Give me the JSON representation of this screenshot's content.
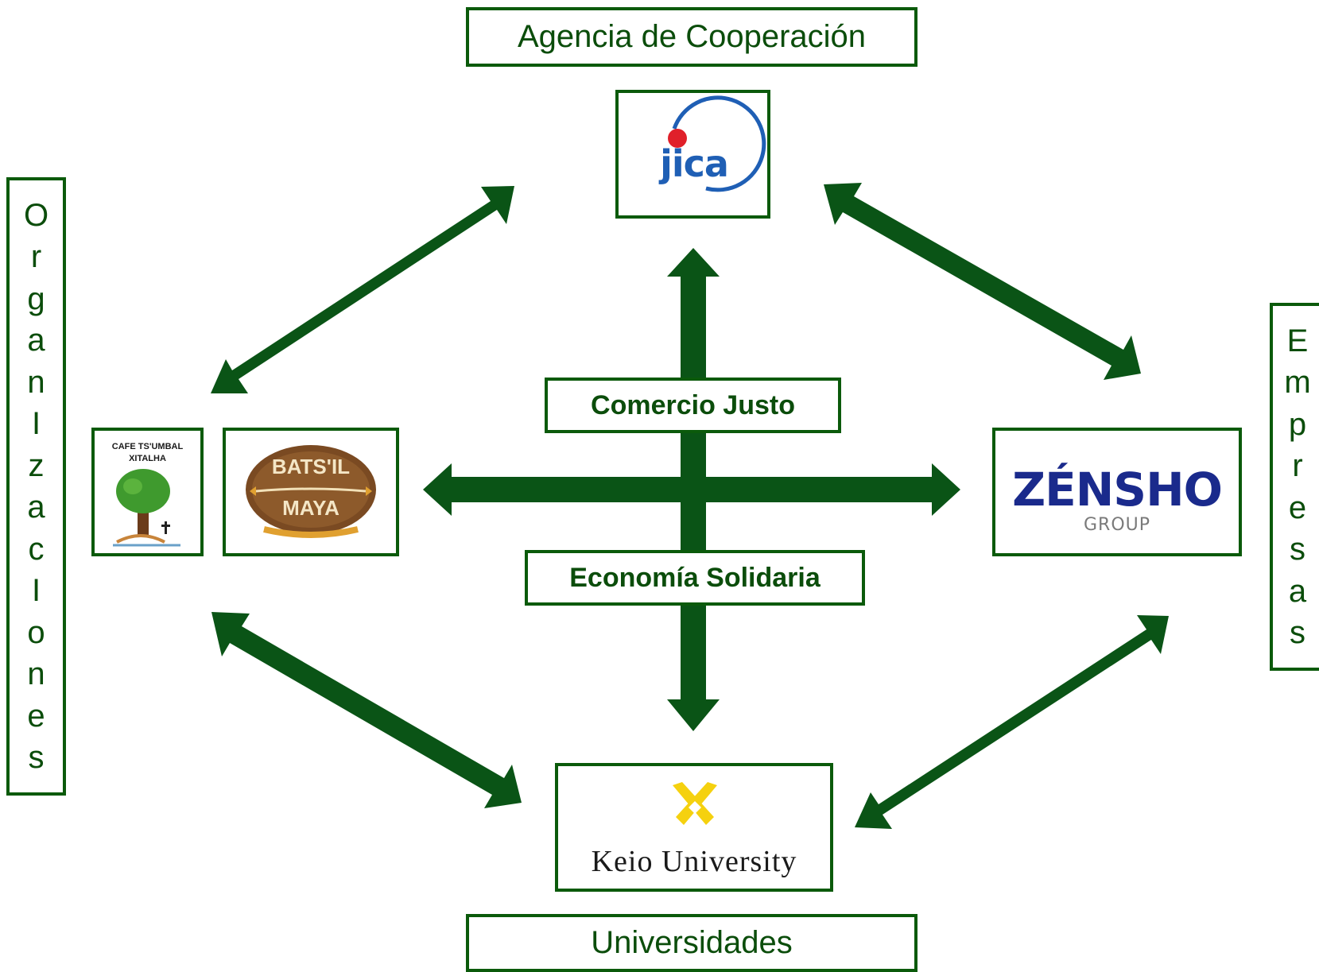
{
  "labels": {
    "agencia": "Agencia de Cooperación",
    "universidades": "Universidades",
    "organizaciones": "OrganIzacIones",
    "empresas": "Empresas",
    "comercio": "Comercio Justo",
    "economia": "Economía Solidaria"
  },
  "logos": {
    "jica": "JICA",
    "cafe_title": "CAFE TS'UMBAL",
    "cafe_sub": "XITALHA",
    "bats_top": "BATS'IL",
    "bats_bottom": "MAYA",
    "zensho_main": "ZÉNSHO",
    "zensho_sub": "GROUP",
    "keio": "Keio University"
  },
  "colors": {
    "arrow": "#0a5416",
    "border": "#0b5a0b",
    "text": "#0b4d0b",
    "jica_blue": "#1f5fb5",
    "jica_red": "#e0202a",
    "zensho_navy": "#1a2a8c",
    "keio_yellow": "#f5d10f"
  },
  "icons": [
    "tree-icon",
    "keio-pen-icon",
    "jica-sun-icon"
  ]
}
